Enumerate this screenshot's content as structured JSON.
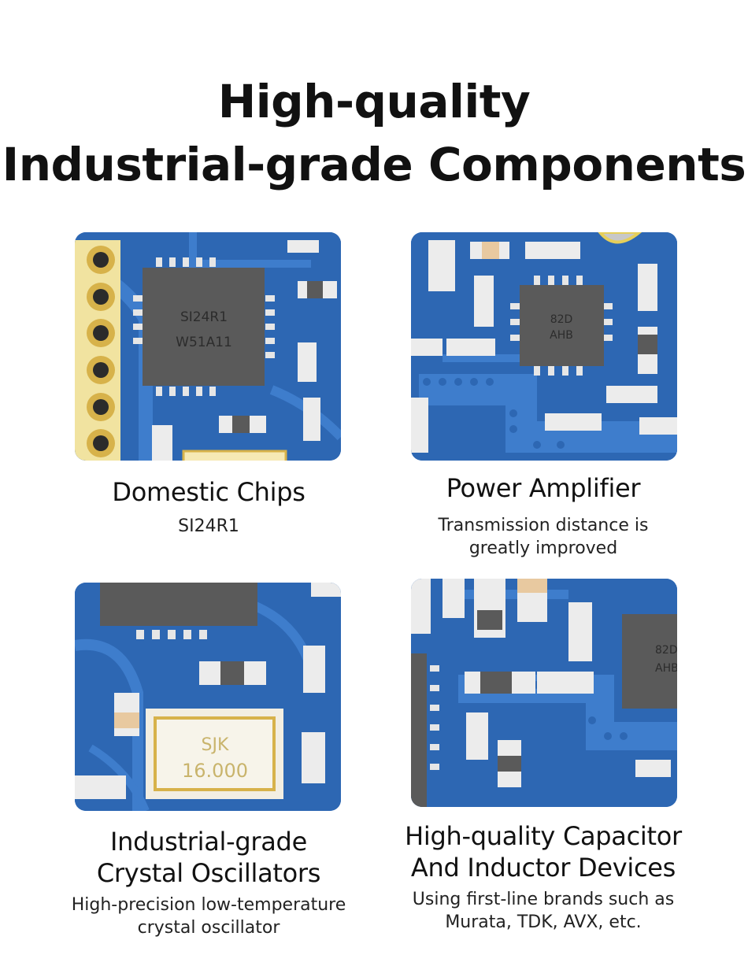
{
  "headline": {
    "line1": "High-quality",
    "line2": "Industrial-grade Components"
  },
  "features": [
    {
      "title": "Domestic Chips",
      "subtitle_lines": [
        "SI24R1"
      ],
      "chip_marking": [
        "SI24R1",
        "W51A11"
      ]
    },
    {
      "title": "Power Amplifier",
      "subtitle_lines": [
        "Transmission distance is",
        "greatly improved"
      ],
      "chip_marking": [
        "82D",
        "AHB"
      ]
    },
    {
      "title_lines": [
        "Industrial-grade",
        "Crystal Oscillators"
      ],
      "subtitle_lines": [
        "High-precision low-temperature",
        "crystal oscillator"
      ],
      "crystal_marking": [
        "SJK",
        "16.000"
      ]
    },
    {
      "title_lines": [
        "High-quality Capacitor",
        "And Inductor Devices"
      ],
      "subtitle_lines": [
        "Using first-line brands such as",
        "Murata, TDK, AVX, etc."
      ],
      "chip_marking": [
        "82D",
        "AHB"
      ]
    }
  ],
  "colors": {
    "pcb_blue": "#2d67b3",
    "trace_blue": "#3e7dcc",
    "chip_gray": "#5a5a5a",
    "pad_gold": "#f1e3a0",
    "component_white": "#ececec"
  }
}
